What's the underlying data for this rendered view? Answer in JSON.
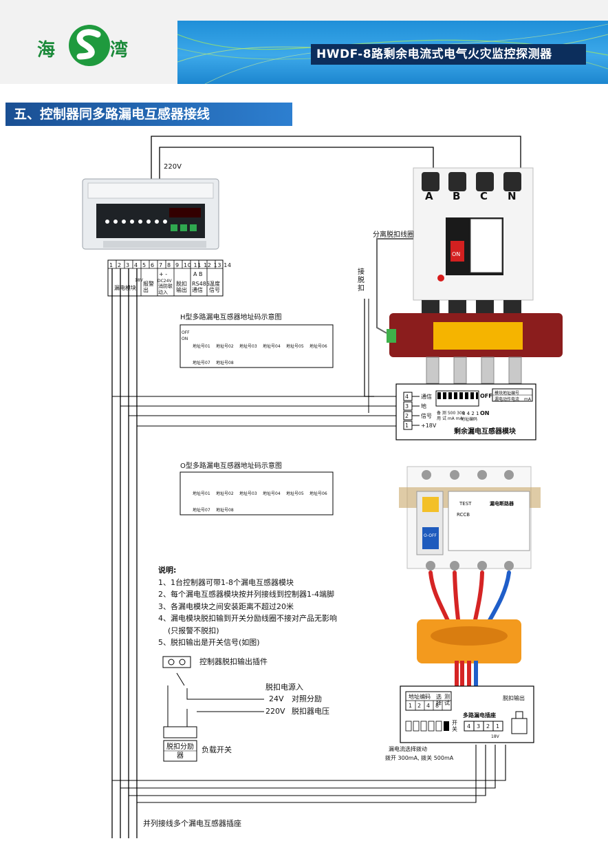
{
  "header": {
    "logo_left": "海",
    "logo_right": "湾",
    "product_title": "HWDF-8路剩余电流式电气火灾监控探测器"
  },
  "section": {
    "title": "五、控制器同多路漏电互感器接线"
  },
  "controller": {
    "voltage_label": "220V",
    "terminals": [
      "1",
      "2",
      "3",
      "4",
      "5",
      "6",
      "7",
      "8",
      "9",
      "10",
      "11",
      "12",
      "13",
      "14"
    ],
    "group_labels": {
      "leak": "漏电模块",
      "v18": "18V",
      "alarm": "报警出",
      "dc24v": "DC24V",
      "fire": "消防联动入",
      "trip": "脱扣输出",
      "ab": "A  B",
      "rs485": "RS485通信",
      "temp": "温度信号",
      "plus_minus": "+  -"
    }
  },
  "breaker": {
    "phases": [
      "A",
      "B",
      "C",
      "N"
    ],
    "shunt_coil_label": "分离脱扣线圈",
    "trip_conn_label": "接脱扣",
    "on_label": "ON"
  },
  "h_address": {
    "title": "H型多路漏电互感器地址码示意图",
    "off_on": "OFF ON",
    "items": [
      "地址号01",
      "地址号02",
      "地址号03",
      "地址号04",
      "地址号05",
      "地址号06",
      "地址号07",
      "地址号08"
    ]
  },
  "o_address": {
    "title": "O型多路漏电互感器地址码示意图",
    "items": [
      "地址号01",
      "地址号02",
      "地址号03",
      "地址号04",
      "地址号05",
      "地址号06",
      "地址号07",
      "地址号08"
    ]
  },
  "leak_module": {
    "pins": [
      {
        "num": "4",
        "label": "通信"
      },
      {
        "num": "3",
        "label": "地"
      },
      {
        "num": "2",
        "label": "信号"
      },
      {
        "num": "1",
        "label": "+18V"
      }
    ],
    "off": "OFF",
    "on": "ON",
    "legend_addr": "模块地址编号",
    "legend_current": "漏电动作电流",
    "ma": "mA",
    "switch_labels": "备 测 500 300",
    "switch_labels2": "用 试 mA mA",
    "addr_bits": "8 4 2 1",
    "addr_label": "地址编码",
    "name": "剩余漏电互感器模块"
  },
  "rccb": {
    "test": "TEST",
    "brand": "漏电断路器",
    "model": "RCCB",
    "off": "O-OFF"
  },
  "notes": {
    "heading": "说明:",
    "items": [
      "1、1台控制器可带1-8个漏电互感器模块",
      "2、每个漏电互感器模块按并列接线到控制器1-4端脚",
      "3、各漏电模块之间安装距离不超过20米",
      "4、漏电模块脱扣输到开关分励线圈不接对产品无影响",
      "(只报警不脱扣)",
      "5、脱扣输出是开关信号(如图)"
    ]
  },
  "trip_circuit": {
    "plug_label": "控制器脱扣输出插件",
    "power_in": "脱扣电源入",
    "v24": "24V",
    "v24_desc": "对照分励",
    "v220": "220V",
    "v220_desc": "脱扣器电压",
    "shunt_label": "脱扣分励器",
    "load_switch": "负载开关"
  },
  "socket": {
    "addr_code": "地址编码",
    "bits": [
      "1",
      "2",
      "4",
      "8"
    ],
    "select": "选择",
    "test": "测试",
    "name": "多路漏电插座",
    "pins": [
      "4",
      "3",
      "2",
      "1"
    ],
    "trip_out": "脱扣输出",
    "open_close": "开关",
    "v18": "18V",
    "dip_title": "漏电流选择拨动",
    "dip_desc": "拨开 300mA, 拨关 500mA"
  },
  "footer": {
    "parallel_note": "并列接线多个漏电互感器插座"
  },
  "colors": {
    "brand_green": "#1b8a3a",
    "header_blue": "#2b9de0",
    "title_navy": "#0c2e5c",
    "section_blue": "#1f5fa8",
    "breaker_red": "#8b1d1d",
    "ct_orange": "#f39a1e"
  }
}
